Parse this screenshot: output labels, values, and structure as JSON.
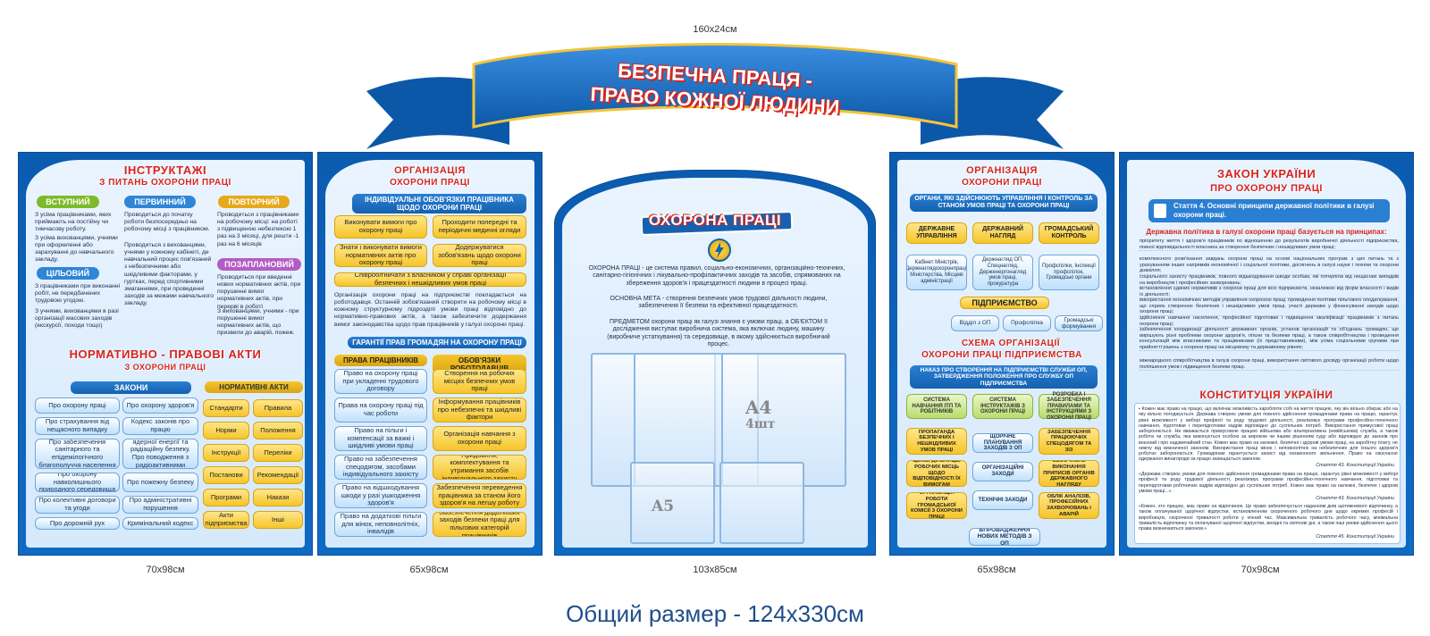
{
  "dimensions": {
    "top": "160x24см",
    "p1": "70x98см",
    "p2": "65x98см",
    "p3": "103x85см",
    "p4": "65x98см",
    "p5": "70x98см",
    "total": "Общий размер - 124x330см"
  },
  "banner": {
    "line1": "БЕЗПЕЧНА ПРАЦЯ -",
    "line2": "ПРАВО КОЖНОЇ ЛЮДИНИ"
  },
  "p1": {
    "title1": "ІНСТРУКТАЖІ",
    "title2": "З ПИТАНЬ ОХОРОНИ ПРАЦІ",
    "tabs": [
      "ВСТУПНИЙ",
      "ПЕРВИННИЙ",
      "ПОВТОРНИЙ",
      "ЦІЛЬОВИЙ",
      "ПОЗАПЛАНОВИЙ"
    ],
    "t1": "З усіма працівниками, яких приймають на постійну чи тимчасову роботу.",
    "t2": "З усіма вихованцями, учнями при оформленні або зарахуванні до навчального закладу.",
    "t3": "Проводиться до початку роботи безпосередньо на робочому місці з працівником.",
    "t4": "Проводиться з вихованцями, учнями у кожному кабінеті, де навчальний процес пов'язаний з небезпечними або шкідливими факторами, у гуртках, перед спортивними змаганнями, при проведенні заходів за межами навчального закладу.",
    "t5": "Проводиться з працівниками на робочому місці: на роботі з підвищеною небезпекою 1 раз на 3 місяці, для решти -1 раз на 6 місяців",
    "t6": "З працівниками при виконанні робіт, не передбачених трудовою угодою.",
    "t7": "З учнями, вихованцями в разі організації масових заходів (екскурсії, походи тощо)",
    "t8": "Проводиться при введенні нових нормативних актів, при порушенні вимог нормативних актів, при перерві в роботі",
    "t9": "З вихованцями, учнями - при порушенні вимог нормативних актів, що призвели до аварій, пожеж.",
    "title3": "НОРМАТИВНО - ПРАВОВІ АКТИ",
    "title4": "З ОХОРОНИ ПРАЦІ",
    "laws_head": "ЗАКОНИ",
    "acts_head": "НОРМАТИВНІ АКТИ",
    "laws": [
      [
        "Про охорону праці",
        "Про охорону здоров'я"
      ],
      [
        "Про страхування від нещасного випадку",
        "Кодекс законів про працю"
      ],
      [
        "Про забезпечення санітарного та епідемілогічного благополуччя населення",
        "Про використання ядерної енергії та радіаційну безпеку. Про поводження з радіоактивними відходами"
      ],
      [
        "Про охорону навколишнього природного середовища",
        "Про пожежну безпеку"
      ],
      [
        "Про колективні договори та угоди",
        "Про адміністративні порушення"
      ],
      [
        "Про дорожній рух",
        "Кримінальний кодекс"
      ]
    ],
    "acts": [
      [
        "Стандарти",
        "Правила"
      ],
      [
        "Норми",
        "Положення"
      ],
      [
        "Інструкції",
        "Переліки"
      ],
      [
        "Постанови",
        "Рекомендації"
      ],
      [
        "Програми",
        "Накази"
      ],
      [
        "Акти підприємства",
        "Інші"
      ]
    ]
  },
  "p2": {
    "title1": "ОРГАНІЗАЦІЯ",
    "title2": "ОХОРОНИ ПРАЦІ",
    "bar1": "ІНДИВІДУАЛЬНІ ОБОВ'ЯЗКИ ПРАЦІВНИКА ЩОДО ОХОРОНИ ПРАЦІ",
    "duties": [
      [
        "Виконувати вимоги про охорону праці",
        "Проходити попередні та періодичні медичні огляди"
      ],
      [
        "Знати і виконувати вимоги нормативних актів про охорону праці",
        "Додержуватися зобов'язань щодо охорони праці"
      ]
    ],
    "duty_wide": "Співробітничати з власником у справі організації безпечних і нешкідливих умов праці",
    "para": "Організація охорони праці на підприємстві покладається на роботодавця. Останній зобов'язаний створити на робочому місці в кожному структурному підрозділі умови праці відповідно до нормативно-правових актів, а також забезпечити додержання вимог законодавства щодо прав працівників у галузі охорони праці.",
    "bar2": "ГАРАНТІЇ ПРАВ ГРОМАДЯН НА ОХОРОНУ ПРАЦІ",
    "col_left_head": "ПРАВА ПРАЦІВНИКІВ",
    "col_right_head": "ОБОВ'ЯЗКИ РОБОТОДАВЦІВ",
    "left": [
      "Право на охорону праці при укладенні трудового договору",
      "Права на охорону праці під час роботи",
      "Право на пільги і компенсації за важкі і шкідливі умови праці",
      "Право на забезпечення спецодягом, засобами індивідуального захисту",
      "Право на відшкодування шкоди у разі ушкодження здоров'я",
      "Право на додаткові пільги для жінок, неповнолітніх, інвалідів"
    ],
    "right": [
      "Створення на робочих місцях безпечних умов праці",
      "Інформування працівників про небезпечні та шкідливі фактори",
      "Організація навчання з охорони праці",
      "Придбання, комплектування та утримання засобів індивідуального захисту",
      "Забезпечення переведення працівника за станом його здоров'я на легшу роботу",
      "Забезпечення додаткових заходів безпеки праці для пільгових категорій працівників"
    ]
  },
  "p3": {
    "title": "ОХОРОНА ПРАЦІ",
    "para1": "ОХОРОНА ПРАЦІ - це система правил, соціально-економічних, організаційно-технічних, санітарно-гігієнічних і лікувально-профілактичних заходів та засобів, спрямованих на збереження здоров'я і працездатності людини в процесі праці.",
    "para2": "ОСНОВНА МЕТА - створення безпечних умов трудової діяльності людини, забезпечення її безпеки та ефективної працездатності.",
    "para3": "ПРЕДМЕТОМ охорони праці як галузі знання є умови праці, а ОБ'ЄКТОМ її дослідження виступає виробнича система, яка включає людину, машину (виробниче устаткування) та середовище, в якому здійснюється виробничий процес.",
    "a4": "A4",
    "a4count": "4шт",
    "a5": "A5"
  },
  "p4": {
    "title1": "ОРГАНІЗАЦІЯ",
    "title2": "ОХОРОНИ ПРАЦІ",
    "bar1": "ОРГАНИ, ЯКІ ЗДІЙСНЮЮТЬ УПРАВЛІННЯ І КОНТРОЛЬ ЗА СТАНОМ УМОВ ПРАЦІ ТА ОХОРОНИ ПРАЦІ",
    "heads": [
      "ДЕРЖАВНЕ УПРАВЛІННЯ",
      "ДЕРЖАВНИЙ НАГЛЯД",
      "ГРОМАДСЬКИЙ КОНТРОЛЬ"
    ],
    "subs": [
      "Кабінет Міністрів, Держнаглядохоронпраці, Міністерства, Місцеві адміністрації",
      "Держнагляд ОП, Спецнагляд, Держенергонагляд умов праці, прокуратура",
      "Профспілки, Інспекції профспілок, Громадські органи"
    ],
    "enterprise": "ПІДПРИЄМСТВО",
    "ent_items": [
      "Відділ з ОП",
      "Профспілка",
      "Громадські формування"
    ],
    "title3": "СХЕМА ОРГАНІЗАЦІЇ",
    "title4": "ОХОРОНИ ПРАЦІ ПІДПРИЄМСТВА",
    "bar2": "НАКАЗ ПРО СТВОРЕННЯ НА ПІДПРИЄМСТВІ СЛУЖБИ ОП, ЗАТВЕРДЖЕННЯ ПОЛОЖЕННЯ ПРО СЛУЖБУ ОП ПІДПРИЄМСТВА",
    "greens": [
      "СИСТЕМА НАВЧАННЯ ІТП ТА РОБІТНИКІВ",
      "СИСТЕМА ІНСТРУКТАЖІВ З ОХОРОНИ ПРАЦІ",
      "РОЗРОБКА І ЗАБЕЗПЕЧЕННЯ ПРАВИЛАМИ ТА ІНСТРУКЦІЯМИ З ОХОРОНИ ПРАЦІ"
    ],
    "left_col": [
      "ПРОПАГАНДА БЕЗПЕЧНИХ І НЕШКІДЛИВИХ УМОВ ПРАЦІ",
      "ПАСПОРТИЗАЦІЯ ЦЕХІВ, ДІЛЬНИЦЬ, РОБОЧИХ МІСЦЬ ЩОДО ВІДПОВІДНОСТІ ЇХ ВИМОГАМ ОХОРОНИ ПРАЦІ",
      "ОРГАНІЗАЦІЯ РОБОТИ ГРОМАДСЬКОЇ КОМІСІЇ З ОХОРОНИ ПРАЦІ"
    ],
    "mid_col": [
      "ЩОРІЧНЕ ПЛАНУВАННЯ ЗАХОДІВ З ОП",
      "ОРГАНІЗАЦІЙНІ ЗАХОДИ",
      "ТЕХНІЧНІ ЗАХОДИ"
    ],
    "right_col": [
      "ЗАБЕЗПЕЧЕННЯ ПРАЦЮЮЧИХ СПЕЦОДЯГОМ ТА ЗІЗ",
      "СВОЄЧАСНЕ ВИКОНАННЯ ПРИПИСІВ ОРГАНІВ ДЕРЖАВНОГО НАГЛЯДУ",
      "ОБЛІК АНАЛІЗІВ, ПРОФЕСІЙНИХ ЗАХВОРЮВАНЬ І АВАРІЙ"
    ],
    "bottom": "ВПРОВАДЖЕННЯ НОВИХ МЕТОДІВ З ОП"
  },
  "p5": {
    "title1": "ЗАКОН УКРАЇНИ",
    "title2": "ПРО ОХОРОНУ ПРАЦІ",
    "article": "Стаття 4. Основні принципи державної політики в галузі охорони праці.",
    "principles_head": "Державна політика в галузі охорони праці базується на принципах:",
    "principles": [
      "пріоритету життя і здоров'я працівників по відношенню до результатів виробничої діяльності підприємства, повної відповідальності власника за створення безпечних і нешкідливих умов праці;",
      "комплексного розв'язання завдань охорони праці на основі національних програм з цих питань та з урахуванням інших напрямків економічної і соціальної політики, досягнень в галузі науки і техніки та охорони довкілля;",
      "соціального захисту працівників, повного відшкодування шкоди особам, які потерпіли від нещасних випадків на виробництві і професійних захворювань;",
      "встановлення єдиних нормативів з охорони праці для всіх підприємств, незалежно від форм власності і видів їх діяльності;",
      "використання економічних методів управління охороною праці, проведення політики пільгового оподаткування, що сприяє створенню безпечних і нешкідливих умов праці, участі держави у фінансуванні заходів щодо охорони праці;",
      "здійснення навчання населення, професійної підготовки і підвищення кваліфікації працівників з питань охорони праці;",
      "забезпечення координації діяльності державних органів, установ організацій та об'єднань громадян, що вирішують різні проблеми охорони здоров'я, гігієни та безпеки праці, а також співробітництва і проведення консультацій між власниками та працівниками (їх представниками), між усіма соціальними групами при прийнятті рішень з охорони праці на місцевому та державному рівнях;",
      "міжнародного співробітництва в галузі охорони праці, використання світового досвіду організації роботи щодо поліпшення умов і підвищення безпеки праці."
    ],
    "title3": "КОНСТИТУЦІЯ УКРАЇНИ",
    "c1": "• Кожен має право на працю, що включає можливість заробляти собі на життя працею, яку він вільно обирає або на яку вільно погоджується. Держава створює умови для повного здійснення громадянами права на працю, гарантує рівні можливості у виборі професії та роду трудової діяльності, реалізовує програми професійно-технічного навчання, підготовки і перепідготовки кадрів відповідно до суспільних потреб. Використання примусової праці забороняється. Не вважається примусовою працею військова або альтернативна (невійськова) служба, а також робота чи служба, яка виконується особою за вироком чи іншим рішенням суду або відповідно до законів про воєнний і про надзвичайний стан. Кожен має право на належні, безпечні і здорові умови праці, на заробітну плату, не нижчу від визначеної законом. Використання праці жінок і неповнолітніх на небезпечних для їхнього здоров'я роботах забороняється. Громадянам гарантується захист від незаконного звільнення. Право на своєчасне одержання винагороди за працю захищається законом.",
    "c1ref": "Стаття 43. Конституції України",
    "c2": "«Держава створює умови для повного здійснення громадянами права на працю, гарантує рівні можливості у виборі професії та роду трудової діяльності, реалізовує програми професійно-технічного навчання, підготовки та перепідготовки робітничих кадрів відповідно до суспільних потреб. Кожен має право на належні, безпечні і здорові умови праці...»",
    "c2ref": "Стаття 43. Конституції України",
    "c3": "«Кожен, хто працює, має право на відпочинок. Це право забезпечується наданням днів щотижневого відпочинку, а також оплачуваної щорічної відпустки, встановленням скороченого робочого дня щодо окремих професій і виробництв, скороченої тривалості роботи у нічний час. Максимальна тривалість робочого часу, мінімальна тривалість відпочинку та оплачуваної щорічної відпустки, вихідні та святкові дні, а також інші умови здійснення цього права визначаються законом.»",
    "c3ref": "Стаття 45. Конституції України"
  },
  "colors": {
    "panel_blue": "#0f6ac4",
    "title_red": "#d8241c",
    "button_yellow": "#f6c52a",
    "button_blue": "#bfe0fb",
    "button_green": "#b9dd6c"
  }
}
